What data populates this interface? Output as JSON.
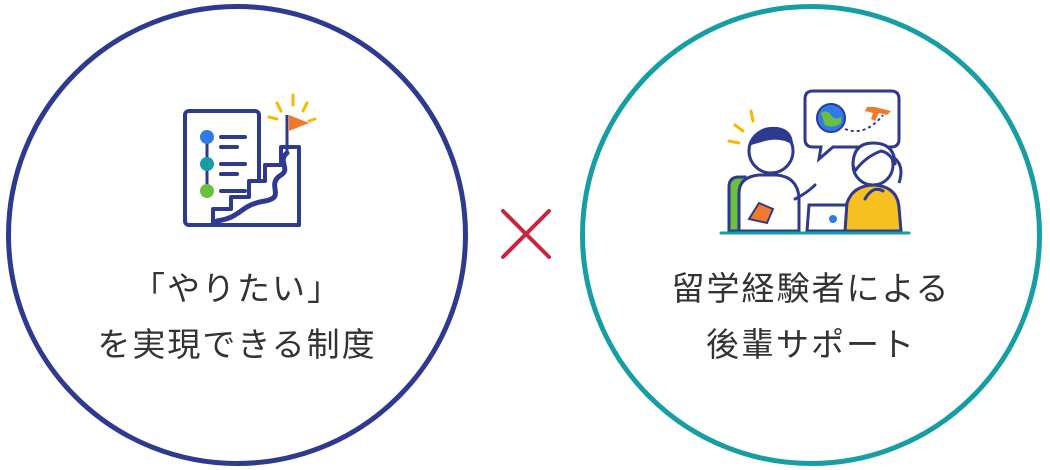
{
  "left": {
    "line1": "「やりたい」",
    "line2": "を実現できる制度",
    "icon": "roadmap-stairs-flag-icon",
    "color": "#2e3a8f"
  },
  "right": {
    "line1": "留学経験者による",
    "line2": "後輩サポート",
    "icon": "students-globe-airplane-icon",
    "color": "#169ea4"
  },
  "separator": {
    "icon": "times-icon",
    "color": "#c8283f"
  }
}
